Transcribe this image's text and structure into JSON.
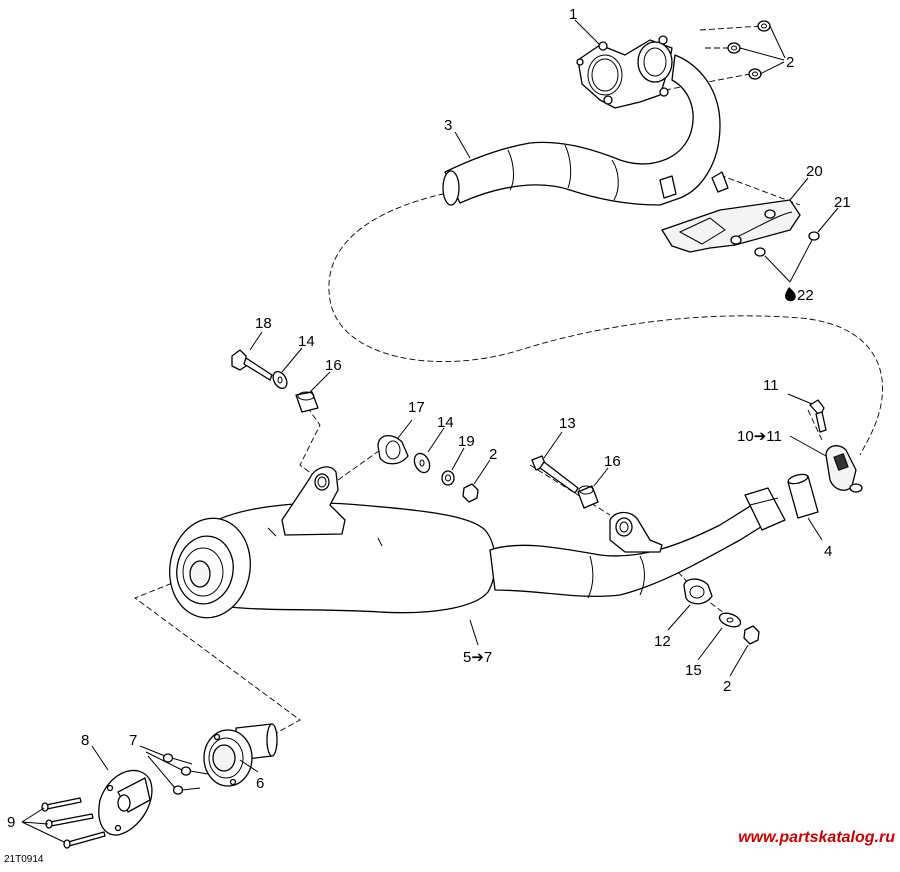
{
  "diagram": {
    "callouts": [
      "1",
      "2",
      "3",
      "20",
      "21",
      "22",
      "18",
      "14",
      "16",
      "11",
      "17",
      "14",
      "19",
      "2",
      "13",
      "16",
      "10➔11",
      "4",
      "5➔7",
      "12",
      "15",
      "2",
      "8",
      "7",
      "6",
      "9"
    ],
    "drawing_code": "21T0914",
    "watermark": "www.partskatalog.ru"
  },
  "colors": {
    "line": "#000000",
    "watermark": "#cc0000",
    "background": "#ffffff"
  }
}
